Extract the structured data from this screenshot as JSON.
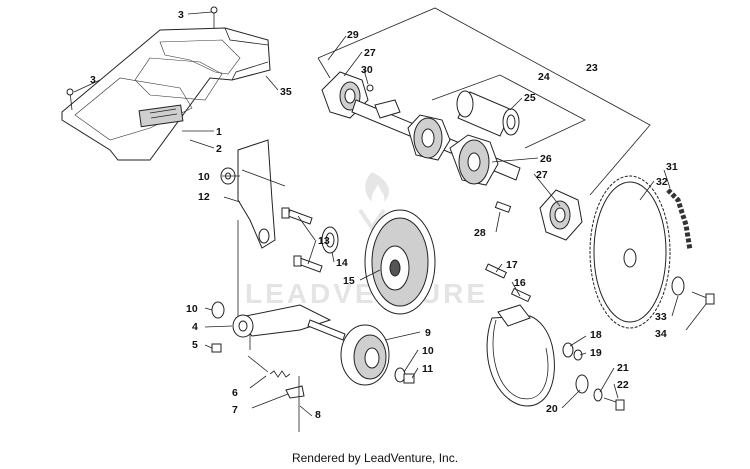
{
  "callouts": [
    {
      "id": "c3a",
      "text": "3"
    },
    {
      "id": "c3b",
      "text": "3"
    },
    {
      "id": "c35",
      "text": "35"
    },
    {
      "id": "c1",
      "text": "1"
    },
    {
      "id": "c2",
      "text": "2"
    },
    {
      "id": "c29",
      "text": "29"
    },
    {
      "id": "c27a",
      "text": "27"
    },
    {
      "id": "c30",
      "text": "30"
    },
    {
      "id": "c24",
      "text": "24"
    },
    {
      "id": "c23",
      "text": "23"
    },
    {
      "id": "c25",
      "text": "25"
    },
    {
      "id": "c26",
      "text": "26"
    },
    {
      "id": "c27b",
      "text": "27"
    },
    {
      "id": "c28",
      "text": "28"
    },
    {
      "id": "c31",
      "text": "31"
    },
    {
      "id": "c32",
      "text": "32"
    },
    {
      "id": "c10a",
      "text": "10"
    },
    {
      "id": "c12",
      "text": "12"
    },
    {
      "id": "c13",
      "text": "13"
    },
    {
      "id": "c14",
      "text": "14"
    },
    {
      "id": "c15",
      "text": "15"
    },
    {
      "id": "c17",
      "text": "17"
    },
    {
      "id": "c16",
      "text": "16"
    },
    {
      "id": "c33",
      "text": "33"
    },
    {
      "id": "c34",
      "text": "34"
    },
    {
      "id": "c10b",
      "text": "10"
    },
    {
      "id": "c4",
      "text": "4"
    },
    {
      "id": "c5",
      "text": "5"
    },
    {
      "id": "c9",
      "text": "9"
    },
    {
      "id": "c10c",
      "text": "10"
    },
    {
      "id": "c11",
      "text": "11"
    },
    {
      "id": "c18",
      "text": "18"
    },
    {
      "id": "c19",
      "text": "19"
    },
    {
      "id": "c6",
      "text": "6"
    },
    {
      "id": "c7",
      "text": "7"
    },
    {
      "id": "c8",
      "text": "8"
    },
    {
      "id": "c21",
      "text": "21"
    },
    {
      "id": "c22",
      "text": "22"
    },
    {
      "id": "c20",
      "text": "20"
    }
  ],
  "watermark": "LEADVENTURE",
  "footer": "Rendered by LeadVenture, Inc."
}
